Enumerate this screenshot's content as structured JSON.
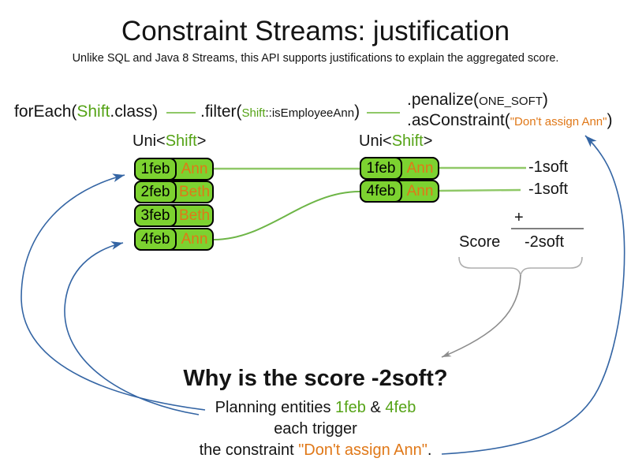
{
  "title": "Constraint Streams: justification",
  "subtitle": "Unlike SQL and Java 8 Streams, this API supports justifications to explain the aggregated score.",
  "pipeline": {
    "foreach": {
      "pre": "forEach(",
      "type": "Shift",
      "post": ".class)"
    },
    "filter": {
      "pre": ".filter(",
      "type": "Shift",
      "method": "::isEmployeeAnn",
      "post": ")"
    },
    "penalize": {
      "pre": ".penalize(",
      "arg": "ONE_SOFT",
      "post": ")"
    },
    "as_constraint": {
      "pre": ".asConstraint(",
      "arg": "\"Don't assign Ann\"",
      "post": ")"
    }
  },
  "left_stream": {
    "label": {
      "pre": "Uni<",
      "type": "Shift",
      "post": ">"
    },
    "rows": [
      {
        "date": "1feb",
        "name": "Ann"
      },
      {
        "date": "2feb",
        "name": "Beth"
      },
      {
        "date": "3feb",
        "name": "Beth"
      },
      {
        "date": "4feb",
        "name": "Ann"
      }
    ]
  },
  "right_stream": {
    "label": {
      "pre": "Uni<",
      "type": "Shift",
      "post": ">"
    },
    "rows": [
      {
        "date": "1feb",
        "name": "Ann"
      },
      {
        "date": "4feb",
        "name": "Ann"
      }
    ]
  },
  "scores": {
    "match1": "-1soft",
    "match2": "-1soft",
    "plus": "+",
    "score_label": "Score",
    "total": "-2soft"
  },
  "explanation": {
    "heading": "Why is the score -2soft?",
    "line1": {
      "pre": "Planning entities ",
      "entity1": "1feb",
      "amp": " & ",
      "entity2": "4feb"
    },
    "line2": "each trigger",
    "line3": {
      "pre": "the constraint ",
      "constraint": "\"Don't assign Ann\"",
      "post": "."
    }
  },
  "colors": {
    "entity_box_green": "#7cd230",
    "type_text_green": "#55a316",
    "connector_green": "#8fc867",
    "employee_orange": "#e07818",
    "arrow_blue": "#3465a4",
    "arrow_gray": "#8c8c8c"
  }
}
